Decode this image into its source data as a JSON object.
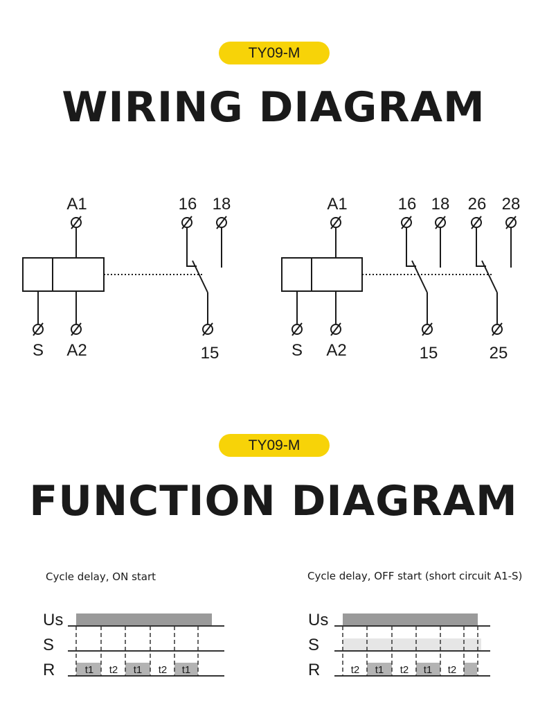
{
  "wiring": {
    "badge": "TY09-M",
    "title": "WIRING DIAGRAM",
    "left": {
      "terminals": [
        "A1",
        "16",
        "18",
        "S",
        "A2",
        "15"
      ]
    },
    "right": {
      "terminals": [
        "A1",
        "16",
        "18",
        "26",
        "28",
        "S",
        "A2",
        "15",
        "25"
      ]
    }
  },
  "function": {
    "badge": "TY09-M",
    "title": "FUNCTION DIAGRAM",
    "left": {
      "caption": "Cycle delay, ON start",
      "rows": [
        "Us",
        "S",
        "R"
      ],
      "pulses": [
        "t1",
        "t2",
        "t1",
        "t2",
        "t1"
      ]
    },
    "right": {
      "caption": "Cycle delay, OFF start (short circuit A1-S)",
      "rows": [
        "Us",
        "S",
        "R"
      ],
      "pulses": [
        "t2",
        "t1",
        "t2",
        "t1",
        "t2"
      ]
    }
  }
}
